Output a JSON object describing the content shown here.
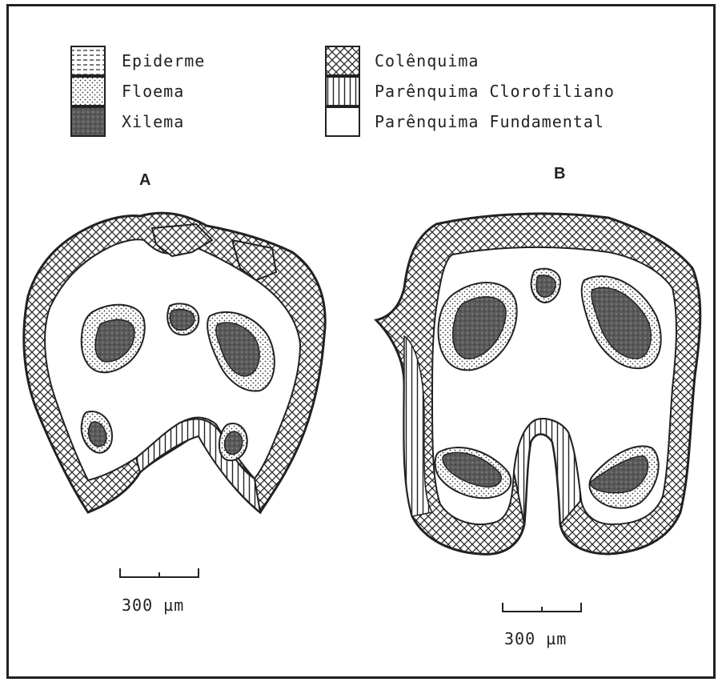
{
  "legend": [
    {
      "label": "Epiderme",
      "pattern": "epiderme-pattern"
    },
    {
      "label": "Floema",
      "pattern": "floema-pattern"
    },
    {
      "label": "Xilema",
      "pattern": "xilema-pattern"
    },
    {
      "label": "Colênquima",
      "pattern": "colenquima-pattern"
    },
    {
      "label": "Parênquima Clorofiliano",
      "pattern": "clorofiliano-pattern"
    },
    {
      "label": "Parênquima Fundamental",
      "pattern": "fundamental-pattern"
    }
  ],
  "panels": {
    "a": {
      "label": "A",
      "scale_label": "300 µm"
    },
    "b": {
      "label": "B",
      "scale_label": "300 µm"
    }
  },
  "colors": {
    "ink": "#222222",
    "xilema": "#555555",
    "floema_dot": "#333333"
  }
}
